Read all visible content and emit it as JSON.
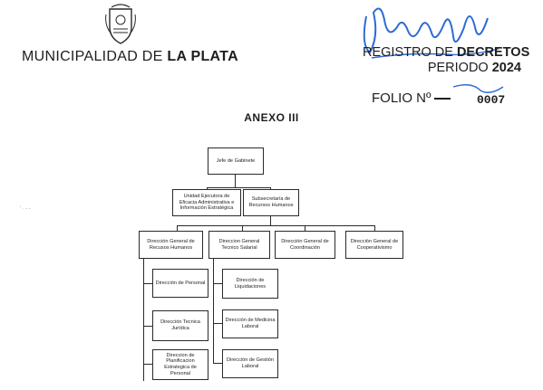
{
  "header": {
    "municipality_regular": "MUNICIPALIDAD DE ",
    "municipality_bold": "LA PLATA",
    "registry_line1_regular": "REGISTRO DE ",
    "registry_line1_bold": "DECRETOS",
    "registry_line2_regular": "PERIODO ",
    "registry_line2_bold": "2024",
    "folio_label": "FOLIO Nº",
    "folio_number": "0007"
  },
  "annex_title": "ANEXO III",
  "side_mark": "' · -  -",
  "org_chart": {
    "root": "Jefe de Gabinete",
    "level2": [
      "Unidad Ejecutora de Eficacia Administrativa e Información Estratégica",
      "Subsecretaría de Recursos Humanos"
    ],
    "level3": [
      "Dirección General de Recusos Humanos",
      "Direccion General Tecnico Salarial",
      "Dirección General de Coordinación",
      "Dirección General de Cooperativismo"
    ],
    "rrhh_children": [
      "Dirección de Personal",
      "Dirección Tecnica Jurídica",
      "Direccion de Planificacion Estrategica de Personal"
    ],
    "tecnico_children": [
      "Dirección de Liquidaciones",
      "Dirección de Medicina Laboral",
      "Dirección de Gestión Laboral"
    ]
  }
}
